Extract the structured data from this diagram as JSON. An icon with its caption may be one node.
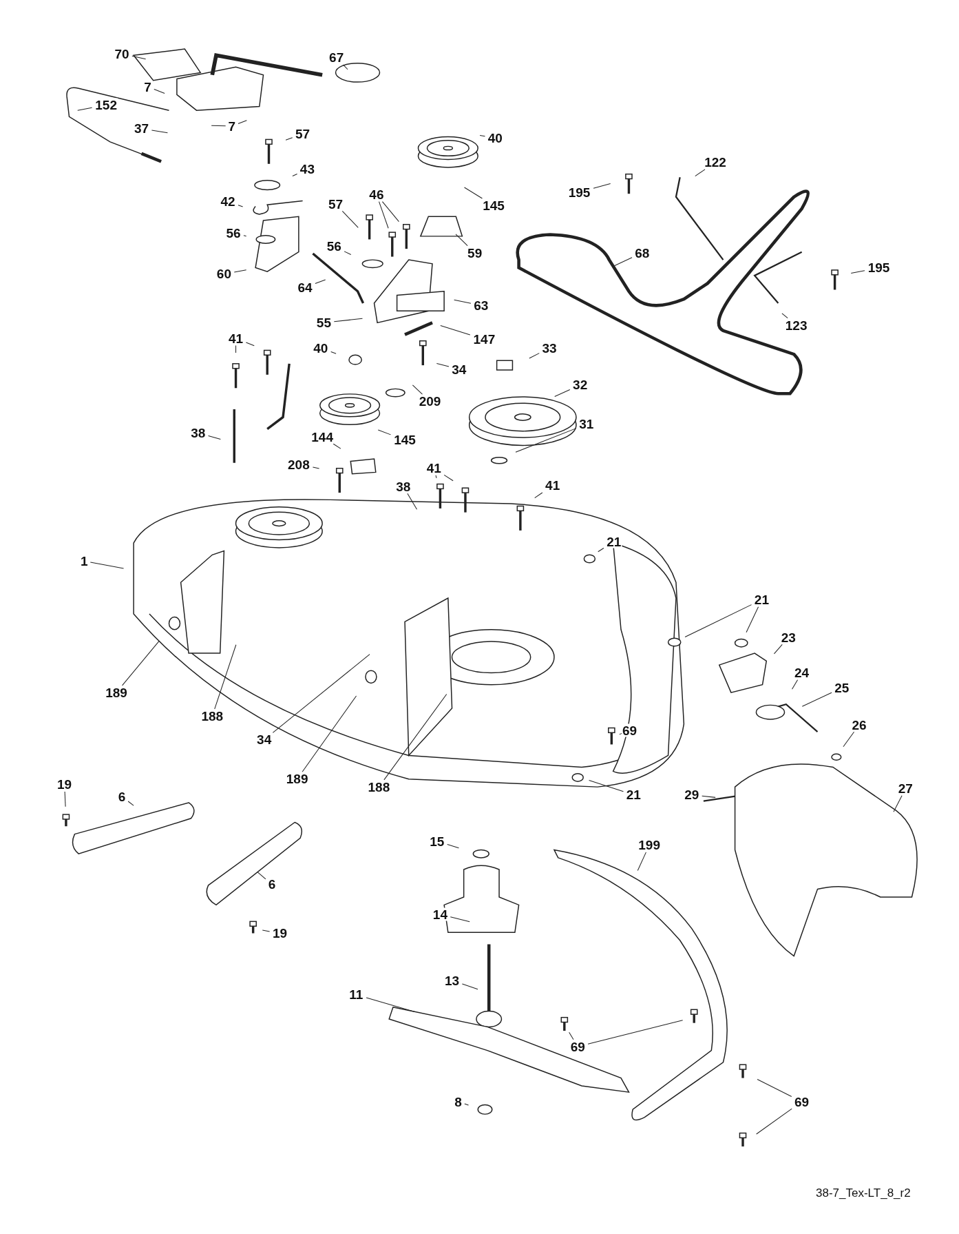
{
  "diagram": {
    "nodes": [
      {
        "text": [
          "70"
        ]
      },
      {
        "text": [
          "7"
        ]
      },
      {
        "text": [
          "7"
        ]
      },
      {
        "text": [
          "152"
        ]
      },
      {
        "text": [
          "37"
        ]
      },
      {
        "text": [
          "67"
        ]
      },
      {
        "text": [
          "57"
        ]
      },
      {
        "text": [
          "40"
        ]
      },
      {
        "text": [
          "43"
        ]
      },
      {
        "text": [
          "42"
        ]
      },
      {
        "text": [
          "56"
        ]
      },
      {
        "text": [
          "60"
        ]
      },
      {
        "text": [
          "57"
        ]
      },
      {
        "text": [
          "46"
        ]
      },
      {
        "text": [
          "145"
        ]
      },
      {
        "text": [
          "59"
        ]
      },
      {
        "text": [
          "195"
        ]
      },
      {
        "text": [
          "122"
        ]
      },
      {
        "text": [
          "68"
        ]
      },
      {
        "text": [
          "195"
        ]
      },
      {
        "text": [
          "123"
        ]
      },
      {
        "text": [
          "64"
        ]
      },
      {
        "text": [
          "56"
        ]
      },
      {
        "text": [
          "55"
        ]
      },
      {
        "text": [
          "63"
        ]
      },
      {
        "text": [
          "147"
        ]
      },
      {
        "text": [
          "34"
        ]
      },
      {
        "text": [
          "33"
        ]
      },
      {
        "text": [
          "40"
        ]
      },
      {
        "text": [
          "41"
        ]
      },
      {
        "text": [
          "32"
        ]
      },
      {
        "text": [
          "209"
        ]
      },
      {
        "text": [
          "145"
        ]
      },
      {
        "text": [
          "38"
        ]
      },
      {
        "text": [
          "31"
        ]
      },
      {
        "text": [
          "144"
        ]
      },
      {
        "text": [
          "208"
        ]
      },
      {
        "text": [
          "41"
        ]
      },
      {
        "text": [
          "38"
        ]
      },
      {
        "text": [
          "41"
        ]
      },
      {
        "text": [
          "1"
        ]
      },
      {
        "text": [
          "21"
        ]
      },
      {
        "text": [
          "21"
        ]
      },
      {
        "text": [
          "23"
        ]
      },
      {
        "text": [
          "24"
        ]
      },
      {
        "text": [
          "25"
        ]
      },
      {
        "text": [
          "26"
        ]
      },
      {
        "text": [
          "189"
        ]
      },
      {
        "text": [
          "188"
        ]
      },
      {
        "text": [
          "34"
        ]
      },
      {
        "text": [
          "189"
        ]
      },
      {
        "text": [
          "188"
        ]
      },
      {
        "text": [
          "69"
        ]
      },
      {
        "text": [
          "21"
        ]
      },
      {
        "text": [
          "29"
        ]
      },
      {
        "text": [
          "27"
        ]
      },
      {
        "text": [
          "19"
        ]
      },
      {
        "text": [
          "6"
        ]
      },
      {
        "text": [
          "6"
        ]
      },
      {
        "text": [
          "19"
        ]
      },
      {
        "text": [
          "15"
        ]
      },
      {
        "text": [
          "199"
        ]
      },
      {
        "text": [
          "14"
        ]
      },
      {
        "text": [
          "13"
        ]
      },
      {
        "text": [
          "11"
        ]
      },
      {
        "text": [
          "69"
        ]
      },
      {
        "text": [
          "8"
        ]
      },
      {
        "text": [
          "69"
        ]
      }
    ],
    "edges": [
      {
        "from": 0,
        "to": null,
        "arrow": "none"
      },
      {
        "from": 1,
        "to": null,
        "arrow": "none"
      },
      {
        "from": 2,
        "to": null,
        "arrow": "none"
      },
      {
        "from": 2,
        "to": null,
        "arrow": "none"
      },
      {
        "from": 3,
        "to": null,
        "arrow": "none"
      },
      {
        "from": 4,
        "to": null,
        "arrow": "none"
      },
      {
        "from": 5,
        "to": null,
        "arrow": "none"
      },
      {
        "from": 6,
        "to": null,
        "arrow": "none"
      },
      {
        "from": 7,
        "to": null,
        "arrow": "none"
      },
      {
        "from": 8,
        "to": null,
        "arrow": "none"
      },
      {
        "from": 9,
        "to": null,
        "arrow": "none"
      },
      {
        "from": 10,
        "to": null,
        "arrow": "none"
      },
      {
        "from": 11,
        "to": null,
        "arrow": "none"
      },
      {
        "from": 12,
        "to": null,
        "arrow": "none"
      },
      {
        "from": 13,
        "to": null,
        "arrow": "none"
      },
      {
        "from": 13,
        "to": null,
        "arrow": "none"
      },
      {
        "from": 14,
        "to": null,
        "arrow": "none"
      },
      {
        "from": 15,
        "to": null,
        "arrow": "none"
      },
      {
        "from": 16,
        "to": null,
        "arrow": "none"
      },
      {
        "from": 17,
        "to": null,
        "arrow": "none"
      },
      {
        "from": 18,
        "to": null,
        "arrow": "none"
      },
      {
        "from": 19,
        "to": null,
        "arrow": "none"
      },
      {
        "from": 20,
        "to": null,
        "arrow": "none"
      },
      {
        "from": 21,
        "to": null,
        "arrow": "none"
      },
      {
        "from": 22,
        "to": null,
        "arrow": "none"
      },
      {
        "from": 23,
        "to": null,
        "arrow": "none"
      },
      {
        "from": 24,
        "to": null,
        "arrow": "none"
      },
      {
        "from": 25,
        "to": null,
        "arrow": "none"
      },
      {
        "from": 26,
        "to": null,
        "arrow": "none"
      },
      {
        "from": 27,
        "to": null,
        "arrow": "none"
      },
      {
        "from": 28,
        "to": null,
        "arrow": "none"
      },
      {
        "from": 29,
        "to": null,
        "arrow": "none"
      },
      {
        "from": 29,
        "to": null,
        "arrow": "none"
      },
      {
        "from": 30,
        "to": null,
        "arrow": "none"
      },
      {
        "from": 31,
        "to": null,
        "arrow": "none"
      },
      {
        "from": 32,
        "to": null,
        "arrow": "none"
      },
      {
        "from": 33,
        "to": null,
        "arrow": "none"
      },
      {
        "from": 34,
        "to": null,
        "arrow": "none"
      },
      {
        "from": 35,
        "to": null,
        "arrow": "none"
      },
      {
        "from": 36,
        "to": null,
        "arrow": "none"
      },
      {
        "from": 37,
        "to": null,
        "arrow": "none"
      },
      {
        "from": 37,
        "to": null,
        "arrow": "none"
      },
      {
        "from": 38,
        "to": null,
        "arrow": "none"
      },
      {
        "from": 39,
        "to": null,
        "arrow": "none"
      },
      {
        "from": 40,
        "to": null,
        "arrow": "none"
      },
      {
        "from": 41,
        "to": null,
        "arrow": "none"
      },
      {
        "from": 42,
        "to": null,
        "arrow": "none"
      },
      {
        "from": 42,
        "to": null,
        "arrow": "none"
      },
      {
        "from": 43,
        "to": null,
        "arrow": "none"
      },
      {
        "from": 44,
        "to": null,
        "arrow": "none"
      },
      {
        "from": 45,
        "to": null,
        "arrow": "none"
      },
      {
        "from": 46,
        "to": null,
        "arrow": "none"
      },
      {
        "from": 47,
        "to": null,
        "arrow": "none"
      },
      {
        "from": 48,
        "to": null,
        "arrow": "none"
      },
      {
        "from": 49,
        "to": null,
        "arrow": "none"
      },
      {
        "from": 50,
        "to": null,
        "arrow": "none"
      },
      {
        "from": 51,
        "to": null,
        "arrow": "none"
      },
      {
        "from": 52,
        "to": null,
        "arrow": "none"
      },
      {
        "from": 53,
        "to": null,
        "arrow": "none"
      },
      {
        "from": 54,
        "to": null,
        "arrow": "none"
      },
      {
        "from": 55,
        "to": null,
        "arrow": "none"
      },
      {
        "from": 56,
        "to": null,
        "arrow": "none"
      },
      {
        "from": 57,
        "to": null,
        "arrow": "none"
      },
      {
        "from": 58,
        "to": null,
        "arrow": "none"
      },
      {
        "from": 59,
        "to": null,
        "arrow": "none"
      },
      {
        "from": 60,
        "to": null,
        "arrow": "none"
      },
      {
        "from": 61,
        "to": null,
        "arrow": "none"
      },
      {
        "from": 62,
        "to": null,
        "arrow": "none"
      },
      {
        "from": 63,
        "to": null,
        "arrow": "none"
      },
      {
        "from": 64,
        "to": null,
        "arrow": "none"
      },
      {
        "from": 65,
        "to": null,
        "arrow": "none"
      },
      {
        "from": 65,
        "to": null,
        "arrow": "none"
      },
      {
        "from": 66,
        "to": null,
        "arrow": "none"
      },
      {
        "from": 67,
        "to": null,
        "arrow": "none"
      },
      {
        "from": 67,
        "to": null,
        "arrow": "none"
      }
    ],
    "labels": [
      "38-7_Tex-LT_8_r2"
    ]
  }
}
